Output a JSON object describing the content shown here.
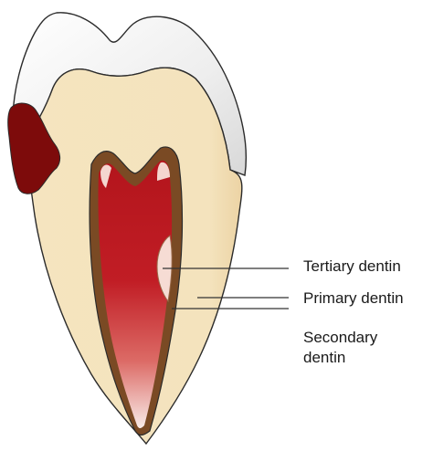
{
  "labels": {
    "tertiary": "Tertiary dentin",
    "primary": "Primary dentin",
    "secondary_line1": "Secondary",
    "secondary_line2": "dentin"
  },
  "colors": {
    "enamel": "#f2f2f2",
    "dentin": "#f4e3bd",
    "pulp": "#b3151c",
    "pulp_tip": "#f4d6cf",
    "secondary_dentin": "#7a4a24",
    "tertiary_dentin": "#f6dcd4",
    "caries": "#7d0b0b",
    "outline": "#2b2b2b"
  }
}
